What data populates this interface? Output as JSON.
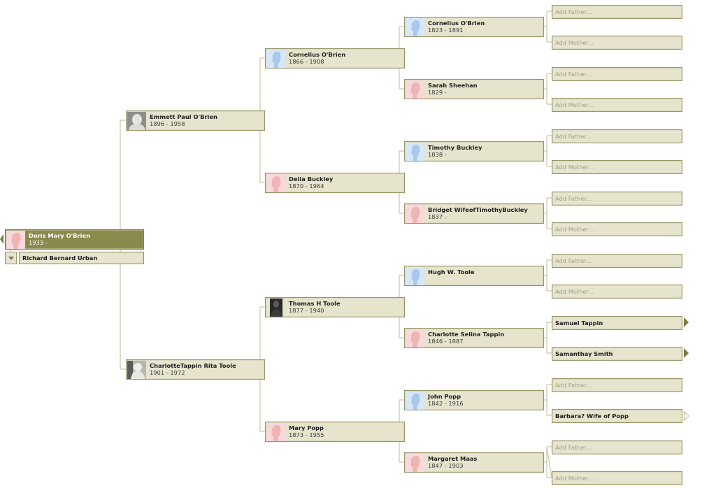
{
  "colors": {
    "box_bg": "#e6e4cd",
    "box_border": "#97976a",
    "root_bg": "#898a4c",
    "connector": "#c9c8a6",
    "male_silhouette_bg": "#d7e6f8",
    "female_silhouette_bg": "#f9d8dc",
    "placeholder_text": "#a3a08a"
  },
  "root": {
    "name": "Doris Mary O'Brien",
    "dates": "1933 -",
    "photo": "female-silhouette",
    "spouse": "Richard Bernard Urban"
  },
  "generation1": [
    {
      "name": "Emmett Paul O'Brien",
      "dates": "1896 - 1958",
      "photo": "photo"
    },
    {
      "name": "CharlotteTappin Rita Toole",
      "dates": "1901 - 1972",
      "photo": "photo"
    }
  ],
  "generation2": [
    {
      "name": "Cornelius O'Brien",
      "dates": "1866 - 1908",
      "photo": "male-silhouette"
    },
    {
      "name": "Delia Buckley",
      "dates": "1870 - 1964",
      "photo": "female-silhouette"
    },
    {
      "name": "Thomas H Toole",
      "dates": "1877 - 1940",
      "photo": "photo-dark"
    },
    {
      "name": "Mary Popp",
      "dates": "1873 - 1955",
      "photo": "female-silhouette"
    }
  ],
  "generation3": [
    {
      "name": "Cornelius O'Brien",
      "dates": "1823 - 1891",
      "photo": "male-silhouette"
    },
    {
      "name": "Sarah Sheehan",
      "dates": "1829 -",
      "photo": "female-silhouette"
    },
    {
      "name": "Timothy Buckley",
      "dates": "1838 -",
      "photo": "male-silhouette"
    },
    {
      "name": "Bridget WifeofTimothyBuckley",
      "dates": "1837 -",
      "photo": "female-silhouette"
    },
    {
      "name": "Hugh W. Toole",
      "dates": "",
      "photo": "male-silhouette"
    },
    {
      "name": "Charlotte Selina Tappin",
      "dates": "1846 - 1887",
      "photo": "female-silhouette"
    },
    {
      "name": "John Popp",
      "dates": "1842 - 1916",
      "photo": "male-silhouette"
    },
    {
      "name": "Margaret Maas",
      "dates": "1847 - 1903",
      "photo": "female-silhouette"
    }
  ],
  "generation4": [
    {
      "label": "Add Father...",
      "placeholder": true,
      "arrow": ""
    },
    {
      "label": "Add Mother...",
      "placeholder": true,
      "arrow": ""
    },
    {
      "label": "Add Father...",
      "placeholder": true,
      "arrow": ""
    },
    {
      "label": "Add Mother...",
      "placeholder": true,
      "arrow": ""
    },
    {
      "label": "Add Father...",
      "placeholder": true,
      "arrow": ""
    },
    {
      "label": "Add Mother...",
      "placeholder": true,
      "arrow": ""
    },
    {
      "label": "Add Father...",
      "placeholder": true,
      "arrow": ""
    },
    {
      "label": "Add Mother...",
      "placeholder": true,
      "arrow": ""
    },
    {
      "label": "Add Father...",
      "placeholder": true,
      "arrow": ""
    },
    {
      "label": "Add Mother...",
      "placeholder": true,
      "arrow": ""
    },
    {
      "label": "Samuel Tappin",
      "placeholder": false,
      "arrow": "filled"
    },
    {
      "label": "Samanthay Smith",
      "placeholder": false,
      "arrow": "filled"
    },
    {
      "label": "Add Father...",
      "placeholder": true,
      "arrow": ""
    },
    {
      "label": "Barbara? Wife of Popp",
      "placeholder": false,
      "arrow": "hollow"
    },
    {
      "label": "Add Father...",
      "placeholder": true,
      "arrow": ""
    },
    {
      "label": "Add Mother...",
      "placeholder": true,
      "arrow": ""
    }
  ]
}
